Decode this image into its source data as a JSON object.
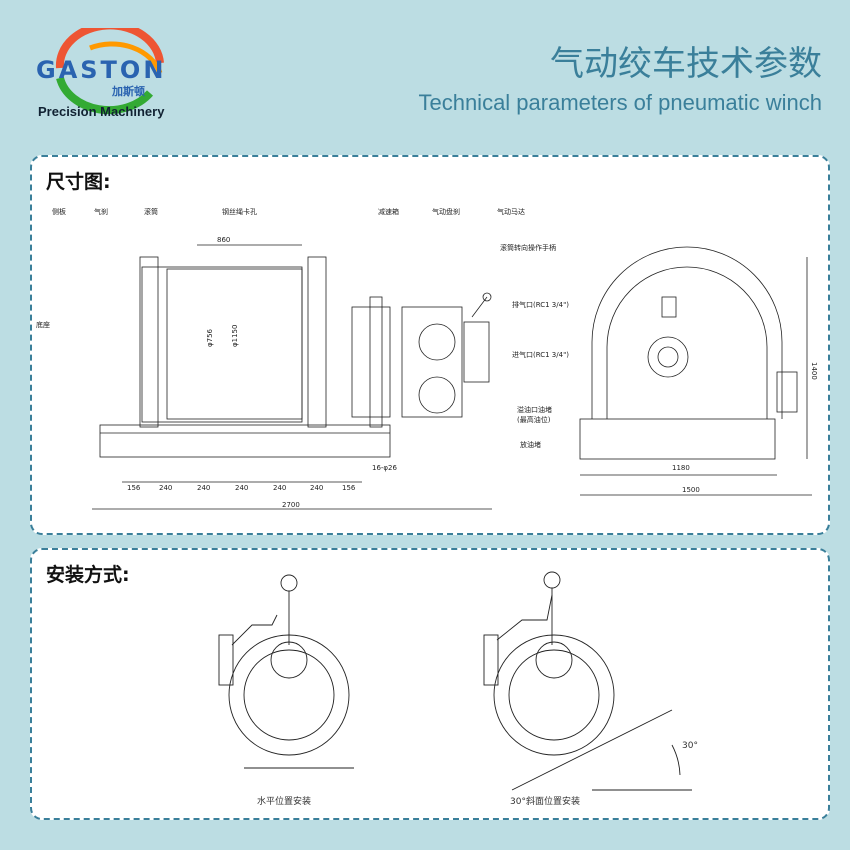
{
  "brand": {
    "name": "GASTON",
    "cn": "加斯顿",
    "sub": "Precision Machinery"
  },
  "header": {
    "title_cn": "气动绞车技术参数",
    "title_en": "Technical parameters of pneumatic winch"
  },
  "dimensions": {
    "title": "尺寸图:",
    "labels": {
      "side_plate": "侧板",
      "air_brake": "气刹",
      "drum": "滚筒",
      "rope_hole": "钢丝绳卡孔",
      "gearbox": "减速箱",
      "disc_brake": "气动盘刹",
      "air_motor": "气动马达",
      "handle": "滚筒转向操作手柄",
      "exhaust": "排气口(RC1 3/4\")",
      "inlet": "进气口(RC1 3/4\")",
      "overflow": "溢油口油堵",
      "overflow2": "(最高油位)",
      "drain": "放油堵",
      "base": "底座"
    },
    "dims": {
      "d860": "860",
      "d756": "φ756",
      "d1150": "φ1150",
      "s1": "156",
      "s2": "240",
      "s3": "240",
      "s4": "240",
      "s5": "240",
      "s6": "240",
      "s7": "156",
      "total": "2700",
      "holes": "16-φ26",
      "w1180": "1180",
      "w1500": "1500",
      "h1400": "1400"
    }
  },
  "install": {
    "title": "安装方式:",
    "horizontal": "水平位置安装",
    "incline": "30°斜面位置安装",
    "angle": "30°"
  }
}
